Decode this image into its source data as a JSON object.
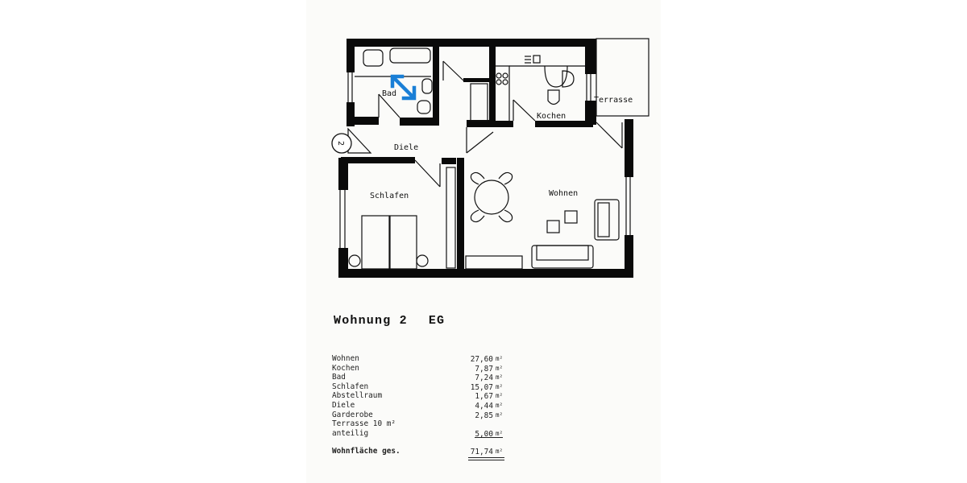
{
  "document": {
    "type": "floor-plan",
    "title": "Wohnung 2",
    "floor": "EG",
    "entrance_marker": "2",
    "accent_color": "#1a7fd6"
  },
  "plan": {
    "rooms": [
      {
        "id": "bad",
        "label": "Bad"
      },
      {
        "id": "kochen",
        "label": "Kochen"
      },
      {
        "id": "terrasse",
        "label": "Terrasse"
      },
      {
        "id": "diele",
        "label": "Diele"
      },
      {
        "id": "schlafen",
        "label": "Schlafen"
      },
      {
        "id": "wohnen",
        "label": "Wohnen"
      }
    ],
    "icons": {
      "expand": "expand-diagonal-arrow-icon"
    }
  },
  "areas": {
    "rows": [
      {
        "label": "Wohnen",
        "value": "27,60",
        "unit": "m²"
      },
      {
        "label": "Kochen",
        "value": "7,87",
        "unit": "m²"
      },
      {
        "label": "Bad",
        "value": "7,24",
        "unit": "m²"
      },
      {
        "label": "Schlafen",
        "value": "15,07",
        "unit": "m²"
      },
      {
        "label": "Abstellraum",
        "value": "1,67",
        "unit": "m²"
      },
      {
        "label": "Diele",
        "value": "4,44",
        "unit": "m²"
      },
      {
        "label": "Garderobe",
        "value": "2,85",
        "unit": "m²"
      },
      {
        "label": "Terrasse 10 m²",
        "value": "",
        "unit": ""
      },
      {
        "label": "anteilig",
        "value": "5,00",
        "unit": "m²"
      }
    ],
    "total": {
      "label": "Wohnfläche ges.",
      "value": "71,74",
      "unit": "m²"
    }
  }
}
